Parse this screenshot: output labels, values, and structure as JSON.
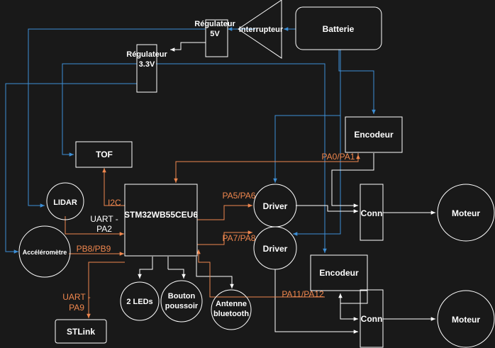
{
  "colors": {
    "background": "#191919",
    "stroke": "#ffffff",
    "blue_wire": "#3d8fd6",
    "orange_wire": "#f0874e",
    "white_wire": "#ffffff"
  },
  "nodes": {
    "batterie": "Batterie",
    "interrupteur": "Interrupteur",
    "reg5v_line1": "Régulateur",
    "reg5v_line2": "5V",
    "reg33_line1": "Régulateur",
    "reg33_line2": "3.3V",
    "tof": "TOF",
    "lidar": "LIDAR",
    "accelerometre": "Accéléromètre",
    "mcu": "STM32WB55CEU6",
    "leds": "2 LEDs",
    "bouton_line1": "Bouton",
    "bouton_line2": "poussoir",
    "antenne_line1": "Antenne",
    "antenne_line2": "bluetooth",
    "stlink": "STLink",
    "driver_top": "Driver",
    "driver_bottom": "Driver",
    "encodeur_top": "Encodeur",
    "encodeur_bottom": "Encodeur",
    "conn_top": "Conn",
    "conn_bottom": "Conn",
    "moteur_top": "Moteur",
    "moteur_bottom": "Moteur"
  },
  "labels": {
    "i2c": "I2C",
    "uart_pa2_line1": "UART -",
    "uart_pa2_line2": "PA2",
    "pb8_pb9": "PB8/PB9",
    "uart_pa9_line1": "UART -",
    "uart_pa9_line2": "PA9",
    "pa5_pa6": "PA5/PA6",
    "pa7_pa8": "PA7/PA8",
    "pa0_pa1": "PA0/PA1",
    "pa11_pa12": "PA11/PA12"
  }
}
